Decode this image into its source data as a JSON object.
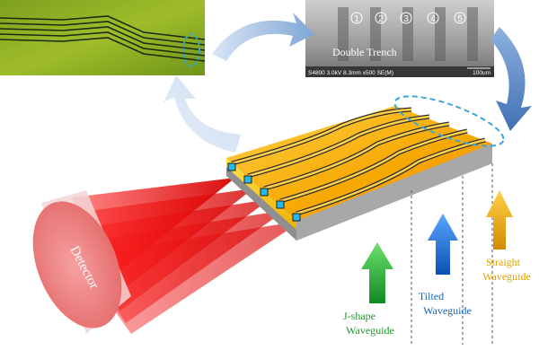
{
  "sem_panel": {
    "trench_numbers": [
      "1",
      "2",
      "3",
      "4",
      "5"
    ],
    "caption": "Double Trench",
    "info": "S4800 3.0kV 8.3mm x500 SE(M)",
    "scale": "100um"
  },
  "detector": {
    "label": "Detector"
  },
  "labels": {
    "jshape_1": "J-shape",
    "jshape_2": "Waveguide",
    "tilted_1": "Tilted",
    "tilted_2": "Waveguide",
    "straight_1": "Straight",
    "straight_2": "Waveguide"
  },
  "colors": {
    "jshape": "#1a9a2e",
    "tilted": "#1565c0",
    "straight": "#e0a000",
    "laser": "#e01010",
    "chip_top": "#f5b000",
    "chip_side": "#ffd400",
    "substrate": "#9a9a9a",
    "dashed_ellipse": "#3aa5d8"
  }
}
